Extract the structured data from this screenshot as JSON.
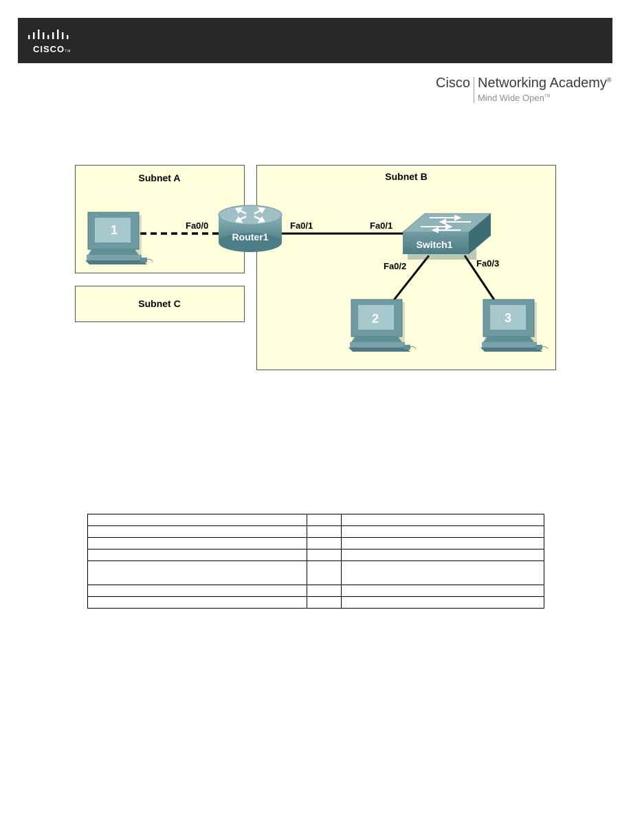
{
  "header": {
    "logo_text": "CISCO",
    "logo_trademark": "TM",
    "academy_brand": "Cisco",
    "academy_name": "Networking Academy",
    "academy_registered": "®",
    "academy_tagline": "Mind Wide Open",
    "academy_tagline_tm": "TM"
  },
  "topology": {
    "subnets": [
      {
        "id": "a",
        "label": "Subnet A"
      },
      {
        "id": "b",
        "label": "Subnet B"
      },
      {
        "id": "c",
        "label": "Subnet C"
      }
    ],
    "router_label": "Router1",
    "switch_label": "Switch1",
    "pcs": [
      "1",
      "2",
      "3"
    ],
    "ports": {
      "router_fa00": "Fa0/0",
      "router_fa01": "Fa0/1",
      "switch_fa01": "Fa0/1",
      "switch_fa02": "Fa0/2",
      "switch_fa03": "Fa0/3"
    },
    "colors": {
      "subnet_fill": "#ffffdd",
      "device_teal": "#5f8f97",
      "pc_screen": "#a7c8cc"
    }
  },
  "table": {
    "rows": [
      [
        "",
        "",
        ""
      ],
      [
        "",
        "",
        ""
      ],
      [
        "",
        "",
        ""
      ],
      [
        "",
        "",
        ""
      ],
      [
        "",
        "",
        ""
      ],
      [
        "",
        "",
        ""
      ],
      [
        "",
        "",
        ""
      ]
    ]
  }
}
